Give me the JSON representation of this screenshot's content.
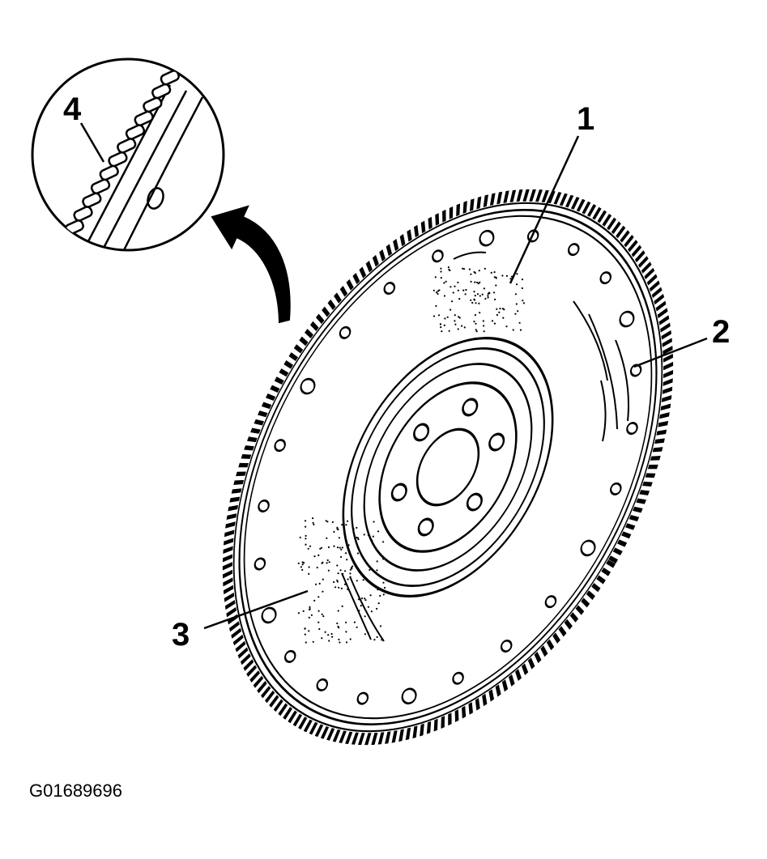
{
  "figure": {
    "callouts": [
      {
        "number": "1"
      },
      {
        "number": "2"
      },
      {
        "number": "3"
      },
      {
        "number": "4"
      }
    ],
    "figure_id": "G01689696"
  },
  "colors": {
    "ink": "#000000",
    "paper": "#ffffff"
  }
}
